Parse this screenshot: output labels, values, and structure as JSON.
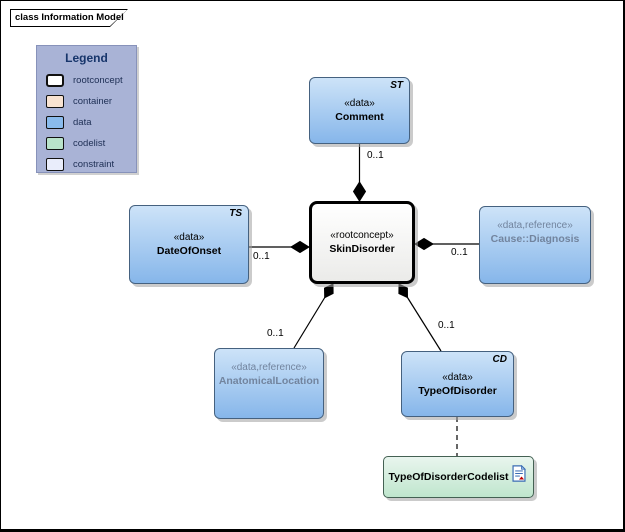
{
  "frame": {
    "title": "class Information Model"
  },
  "legend": {
    "title": "Legend",
    "items": [
      {
        "label": "rootconcept",
        "color": "#ffffff"
      },
      {
        "label": "container",
        "color": "#f8e3d1"
      },
      {
        "label": "data",
        "color": "#8abbec"
      },
      {
        "label": "codelist",
        "color": "#b9e3ca"
      },
      {
        "label": "constraint",
        "color": "#e9edfb"
      }
    ]
  },
  "nodes": {
    "comment": {
      "stereotype": "«data»",
      "name": "Comment",
      "type_code": "ST"
    },
    "skin_disorder": {
      "stereotype": "«rootconcept»",
      "name": "SkinDisorder"
    },
    "date_of_onset": {
      "stereotype": "«data»",
      "name": "DateOfOnset",
      "type_code": "TS"
    },
    "cause_diagnosis": {
      "stereotype": "«data,reference»",
      "name": "Cause::Diagnosis"
    },
    "anatomical_location": {
      "stereotype": "«data,reference»",
      "name": "AnatomicalLocation"
    },
    "type_of_disorder": {
      "stereotype": "«data»",
      "name": "TypeOfDisorder",
      "type_code": "CD"
    },
    "type_of_disorder_codelist": {
      "name": "TypeOfDisorderCodelist"
    }
  },
  "connectors": {
    "comment": {
      "multiplicity": "0..1"
    },
    "date_of_onset": {
      "multiplicity": "0..1"
    },
    "cause_diagnosis": {
      "multiplicity": "0..1"
    },
    "anatomical_location": {
      "multiplicity": "0..1"
    },
    "type_of_disorder": {
      "multiplicity": "0..1"
    }
  },
  "colors": {
    "data_fill_top": "#cde3f8",
    "data_fill_bottom": "#86b6ea",
    "node_border": "#45617f",
    "codelist_fill_bottom": "#bfe6cd",
    "legend_background": "#a9b3d6",
    "legend_text": "#17356b"
  }
}
